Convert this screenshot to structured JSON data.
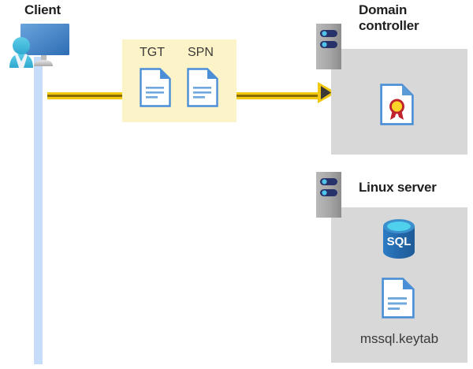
{
  "diagram": {
    "type": "sequence-flow",
    "description": "Kerberos authentication flow from Client to Domain controller with Linux server hosting SQL Server and mssql.keytab",
    "background_color": "#ffffff"
  },
  "client": {
    "title": "Client",
    "icon_name": "user-computer-icon",
    "lifeline_color": "#c6dcf8"
  },
  "message": {
    "box_color": "#fdf3c8",
    "items": [
      {
        "label": "TGT",
        "icon_name": "document-icon"
      },
      {
        "label": "SPN",
        "icon_name": "document-icon"
      }
    ]
  },
  "arrow": {
    "name": "flow-arrow",
    "color": "#f2c811",
    "head_color": "#3b3a39",
    "direction": "right"
  },
  "domain_controller": {
    "title": "Domain\ncontroller",
    "title_line1": "Domain",
    "title_line2": "controller",
    "rack_icon_name": "server-rack-icon",
    "panel_color": "#d8d8d8",
    "contents": [
      {
        "icon_name": "certificate-document-icon",
        "label": ""
      }
    ]
  },
  "linux_server": {
    "title": "Linux server",
    "rack_icon_name": "server-rack-icon",
    "panel_color": "#d8d8d8",
    "contents": [
      {
        "icon_name": "sql-database-icon",
        "label": "SQL"
      },
      {
        "icon_name": "document-icon",
        "label": "mssql.keytab"
      }
    ],
    "keytab_filename": "mssql.keytab",
    "sql_label": "SQL"
  },
  "colors": {
    "accent_blue": "#4a8ed8",
    "monitor_blue": "#5b9bd5",
    "person_cyan": "#41bfe0",
    "rack_gray": "#9d9d9d",
    "rack_navy": "#27316a",
    "panel_gray": "#d8d8d8",
    "yellow": "#f2c811",
    "pale_yellow": "#fdf3c8",
    "lifeline_blue": "#c6dcf8",
    "sql_blue": "#2c72b8",
    "cert_red": "#c0232c",
    "cert_gold": "#ffd42a",
    "text_dark": "#201f1e"
  }
}
